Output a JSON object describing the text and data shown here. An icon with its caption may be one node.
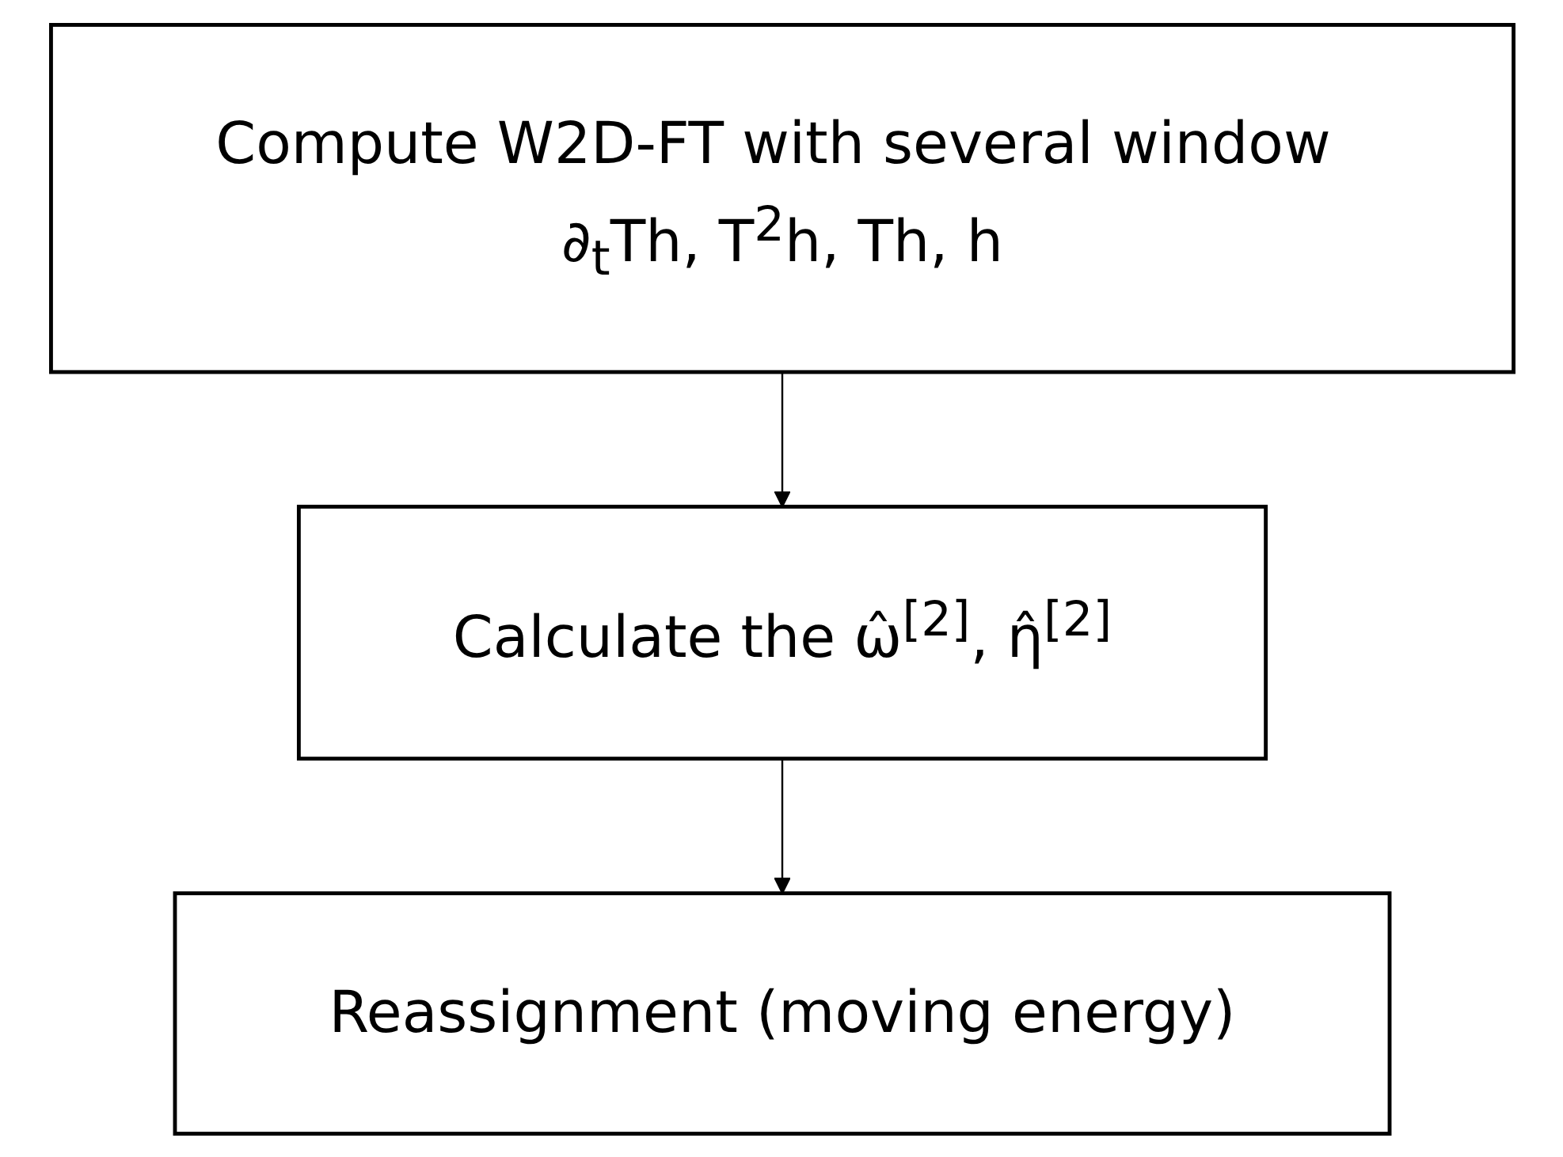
{
  "diagram": {
    "nodes": [
      {
        "text": [
          "Compute W2D-FT with several window ∂$_{t}$Th, T$^{2}$h, Th, h"
        ]
      },
      {
        "text": [
          "Calculate the ω̂$^{[2]}$, η̂$^{[2]}$"
        ]
      },
      {
        "text": [
          "Reassignment (moving energy)"
        ]
      }
    ],
    "edges": [
      {
        "from": 0,
        "to": 1,
        "arrow": "to"
      },
      {
        "from": 1,
        "to": 2,
        "arrow": "to"
      }
    ]
  }
}
